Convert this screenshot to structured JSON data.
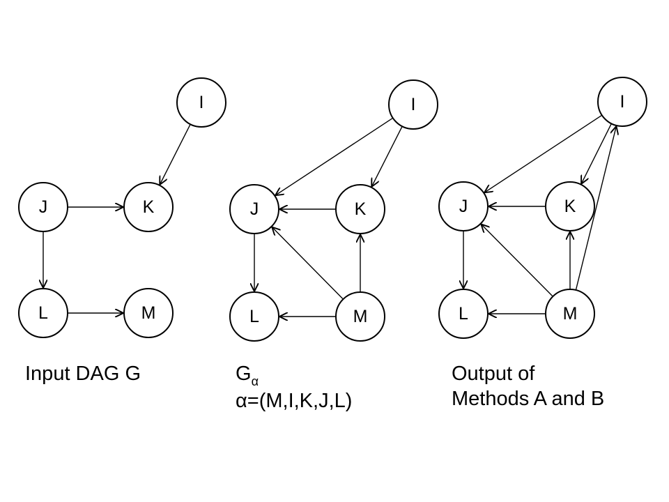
{
  "graphs": [
    {
      "id": "input-dag-g",
      "caption_lines": [
        "Input DAG G"
      ],
      "nodes": [
        "I",
        "J",
        "K",
        "L",
        "M"
      ],
      "edges": [
        [
          "I",
          "K"
        ],
        [
          "J",
          "K"
        ],
        [
          "J",
          "L"
        ],
        [
          "L",
          "M"
        ]
      ]
    },
    {
      "id": "g-alpha",
      "caption_main": "G",
      "caption_sub": "α",
      "caption_line2": "α=(M,I,K,J,L)",
      "nodes": [
        "I",
        "J",
        "K",
        "L",
        "M"
      ],
      "edges": [
        [
          "I",
          "J"
        ],
        [
          "I",
          "K"
        ],
        [
          "K",
          "J"
        ],
        [
          "M",
          "J"
        ],
        [
          "M",
          "K"
        ],
        [
          "M",
          "L"
        ],
        [
          "J",
          "L"
        ]
      ]
    },
    {
      "id": "output-methods",
      "caption_lines": [
        "Output of",
        "Methods A and B"
      ],
      "nodes": [
        "I",
        "J",
        "K",
        "L",
        "M"
      ],
      "edges": [
        [
          "I",
          "J"
        ],
        [
          "I",
          "K"
        ],
        [
          "K",
          "J"
        ],
        [
          "M",
          "J"
        ],
        [
          "M",
          "K"
        ],
        [
          "M",
          "L"
        ],
        [
          "J",
          "L"
        ],
        [
          "M",
          "I"
        ]
      ]
    }
  ]
}
